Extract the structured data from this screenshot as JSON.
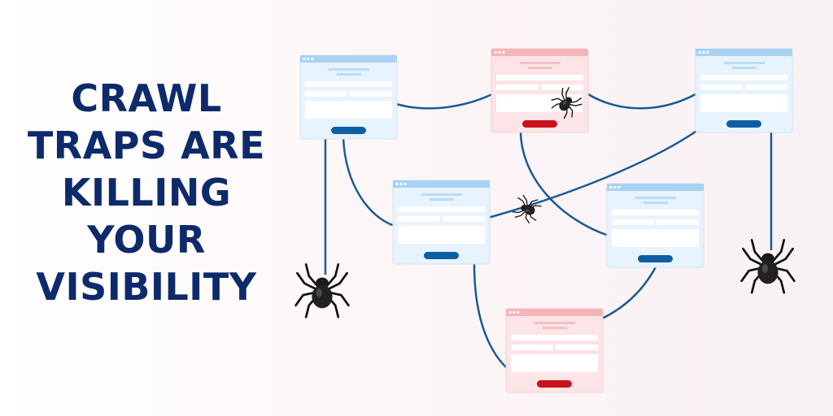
{
  "headline": {
    "lines": [
      "CRAWL",
      "TRAPS ARE",
      "KILLING",
      "YOUR",
      "VISIBILITY"
    ]
  },
  "colors": {
    "headline": "#0d2a6b",
    "connector": "#1a5a96",
    "safe_page": "#e7f3fd",
    "trap_page": "#fde4e6",
    "safe_button": "#0d5fa3",
    "trap_button": "#c8111b"
  },
  "diagram": {
    "pages": [
      {
        "name": "page-top-left",
        "status": "safe"
      },
      {
        "name": "page-top-center",
        "status": "trap"
      },
      {
        "name": "page-top-right",
        "status": "safe"
      },
      {
        "name": "page-middle-left",
        "status": "safe"
      },
      {
        "name": "page-middle-right",
        "status": "safe"
      },
      {
        "name": "page-bottom",
        "status": "trap"
      }
    ],
    "spider_icon": "spider-icon"
  }
}
